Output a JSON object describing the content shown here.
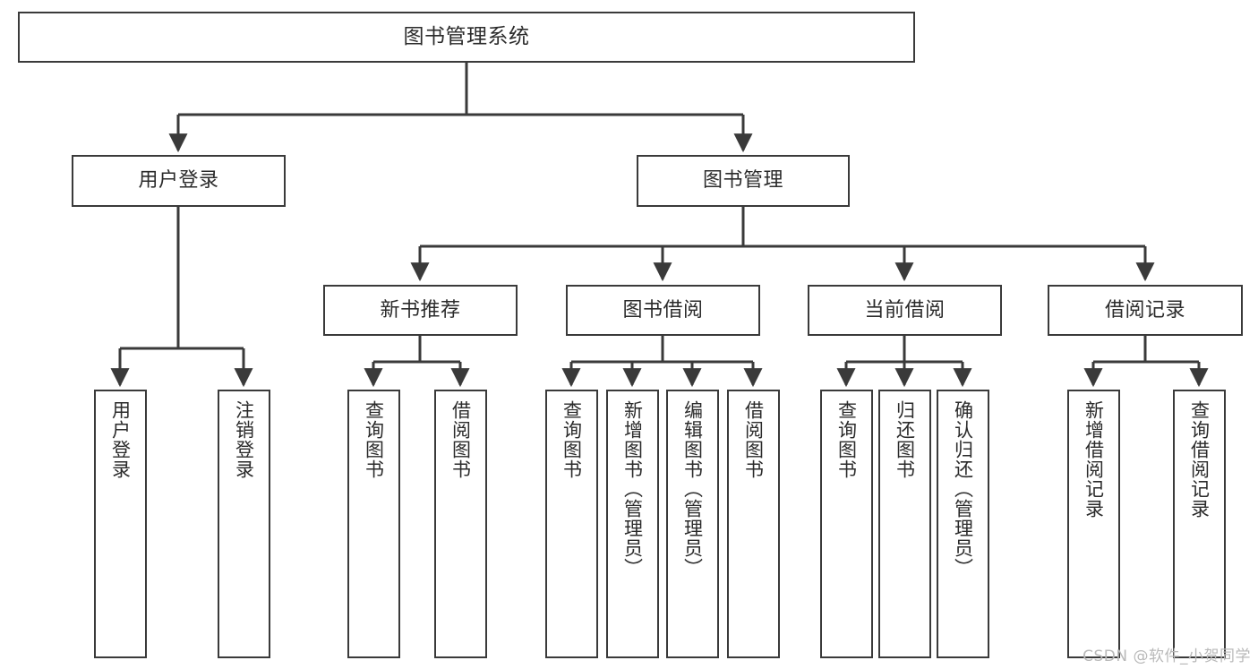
{
  "diagram": {
    "title": "图书管理系统",
    "type": "tree-hierarchy-diagram",
    "colors": {
      "border": "#3a3a3a",
      "text": "#2b2b2b",
      "background": "#ffffff",
      "edge": "#3a3a3a",
      "watermark": "#b9b9b9"
    },
    "nodes": {
      "root": {
        "label": "图书管理系统"
      },
      "level1": [
        {
          "label": "用户登录"
        },
        {
          "label": "图书管理"
        }
      ],
      "level2": [
        {
          "label": "新书推荐"
        },
        {
          "label": "图书借阅"
        },
        {
          "label": "当前借阅"
        },
        {
          "label": "借阅记录"
        }
      ],
      "leaves": {
        "user_login": [
          {
            "label": "用户登录"
          },
          {
            "label": "注销登录"
          }
        ],
        "new_book_recommend": [
          {
            "label": "查询图书"
          },
          {
            "label": "借阅图书"
          }
        ],
        "book_borrow": [
          {
            "label": "查询图书"
          },
          {
            "label": "新增图书（管理员）"
          },
          {
            "label": "编辑图书（管理员）"
          },
          {
            "label": "借阅图书"
          }
        ],
        "current_borrow": [
          {
            "label": "查询图书"
          },
          {
            "label": "归还图书"
          },
          {
            "label": "确认归还（管理员）"
          }
        ],
        "borrow_record": [
          {
            "label": "新增借阅记录"
          },
          {
            "label": "查询借阅记录"
          }
        ]
      }
    },
    "watermark": "CSDN @软件_小贺同学"
  }
}
